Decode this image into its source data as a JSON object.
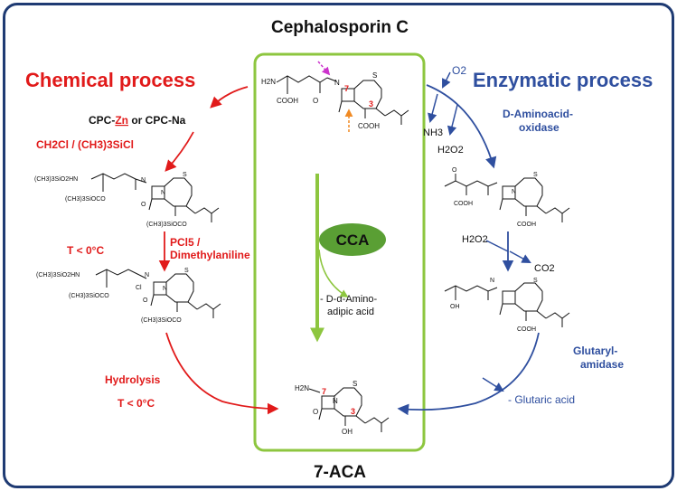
{
  "title_top": "Cephalosporin C",
  "title_bottom": "7-ACA",
  "chemical": {
    "heading": "Chemical process",
    "reagent1": "CPC-Zn or CPC-Na",
    "reagent1_parts": [
      "CPC-",
      "Zn",
      " or CPC-Na"
    ],
    "reagent2": "CH2Cl / (CH3)3SiCl",
    "step_temp": "T < 0°C",
    "step_pcl": "PCl5 /",
    "step_dma": "Dimethylaniline",
    "hydrolysis": "Hydrolysis",
    "hydrolysis_temp": "T < 0°C",
    "mol1_labels": [
      "(CH3)3SiO2HN",
      "(CH3)3SiOCO",
      "(CH3)3SiOCO",
      "N",
      "S",
      "N",
      "O"
    ],
    "mol2_labels": [
      "(CH3)3SiO2HN",
      "(CH3)3SiOCO",
      "(CH3)3SiOCO",
      "Cl",
      "N",
      "S",
      "N",
      "O"
    ]
  },
  "enzymatic": {
    "heading": "Enzymatic process",
    "o2": "O2",
    "enzyme1_line1": "D-Aminoacid-",
    "enzyme1_line2": "oxidase",
    "nh3": "NH3",
    "h2o2_a": "H2O2",
    "h2o2_b": "H2O2",
    "co2": "CO2",
    "enzyme2_line1": "Glutaryl-",
    "enzyme2_line2": "amidase",
    "byproduct": "- Glutaric acid",
    "mol_labels": [
      "O",
      "COOH",
      "COOH",
      "OH",
      "N",
      "S"
    ]
  },
  "center": {
    "enzyme": "CCA",
    "byproduct_line1": "- D-α-Amino-",
    "byproduct_line2": "adipic acid",
    "cpc_labels": [
      "H2N",
      "COOH",
      "COOH",
      "N",
      "S",
      "O"
    ],
    "position_labels": [
      "7",
      "3"
    ],
    "aca_labels": [
      "H2N",
      "OH",
      "N",
      "S",
      "O"
    ]
  },
  "colors": {
    "chemical": "#e11a1a",
    "enzymatic": "#2f4f9f",
    "center": "#8dc63f",
    "frame": "#1f3b73",
    "magenta_cut": "#cc33cc",
    "orange_cut": "#f08a24"
  }
}
